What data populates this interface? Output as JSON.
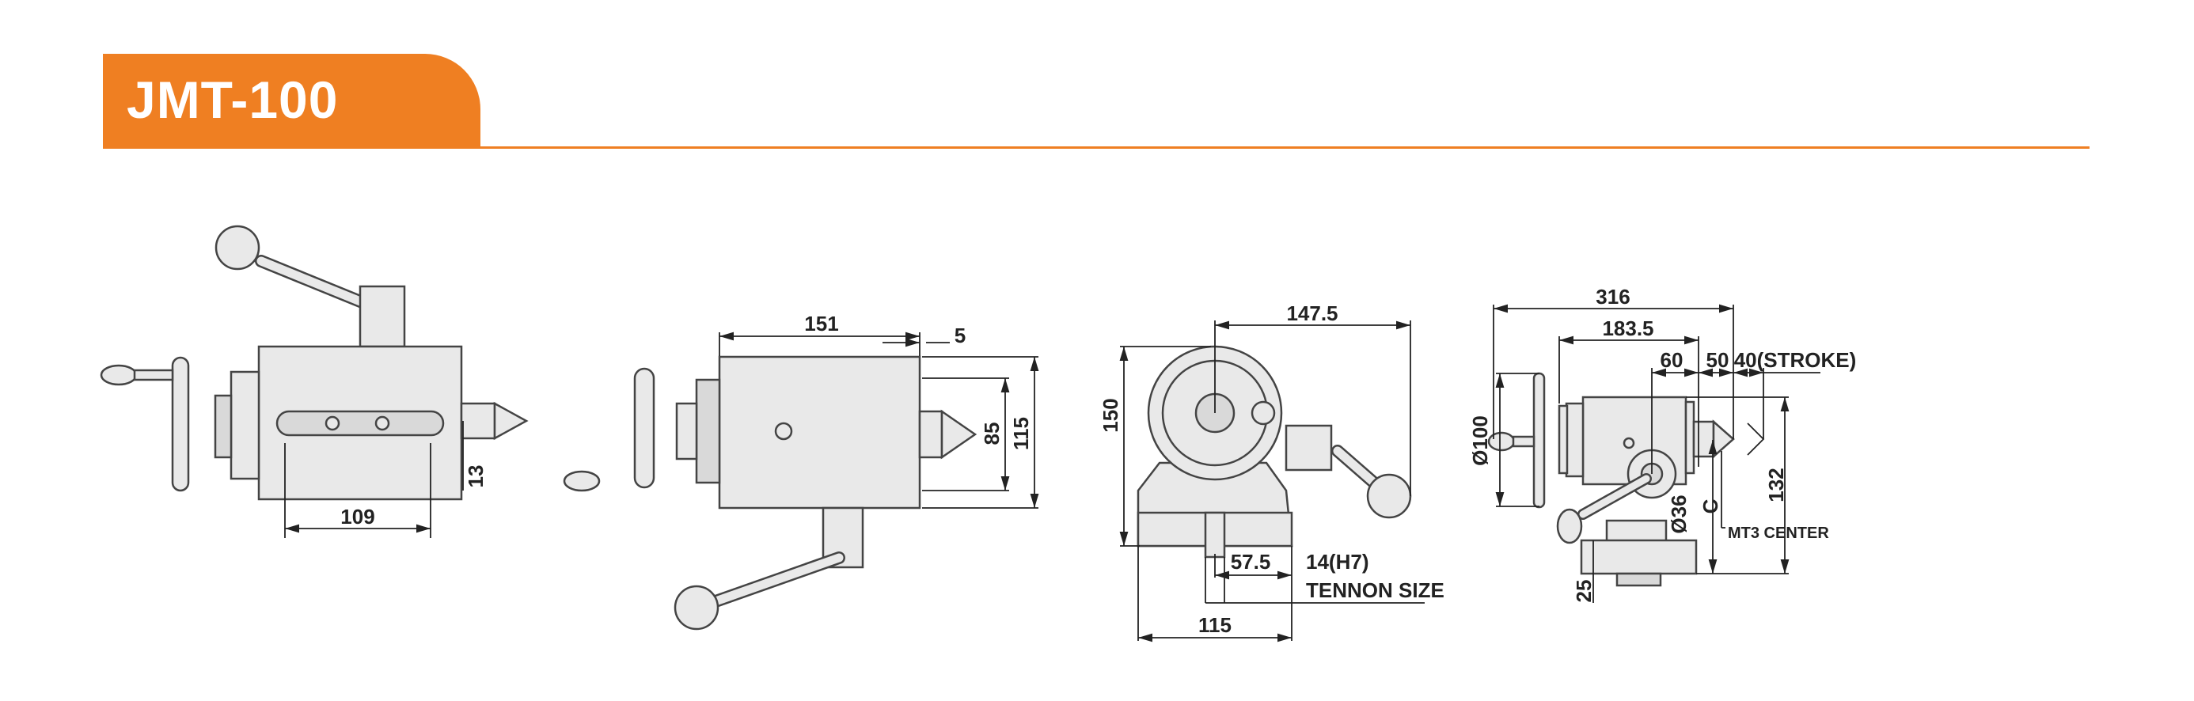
{
  "header": {
    "title": "JMT-100",
    "accent_color": "#ef7f22"
  },
  "views": {
    "top": {
      "dims": {
        "width_109": "109",
        "offset_13": "13"
      }
    },
    "side": {
      "dims": {
        "length_151": "151",
        "gap_5": "5",
        "height_85": "85",
        "height_115": "115"
      }
    },
    "front": {
      "dims": {
        "reach_147_5": "147.5",
        "height_150": "150",
        "half_57_5": "57.5",
        "tennon": "14(H7)",
        "tennon_label": "TENNON SIZE",
        "width_115": "115"
      }
    },
    "elevation": {
      "dims": {
        "overall_316": "316",
        "body_183_5": "183.5",
        "d60": "60",
        "d50": "50",
        "stroke": "40(STROKE)",
        "wheel_dia": "Ø100",
        "quill_dia": "Ø36",
        "center_height": "C",
        "center_label": "MT3 CENTER",
        "height_132": "132",
        "base_25": "25"
      }
    }
  }
}
